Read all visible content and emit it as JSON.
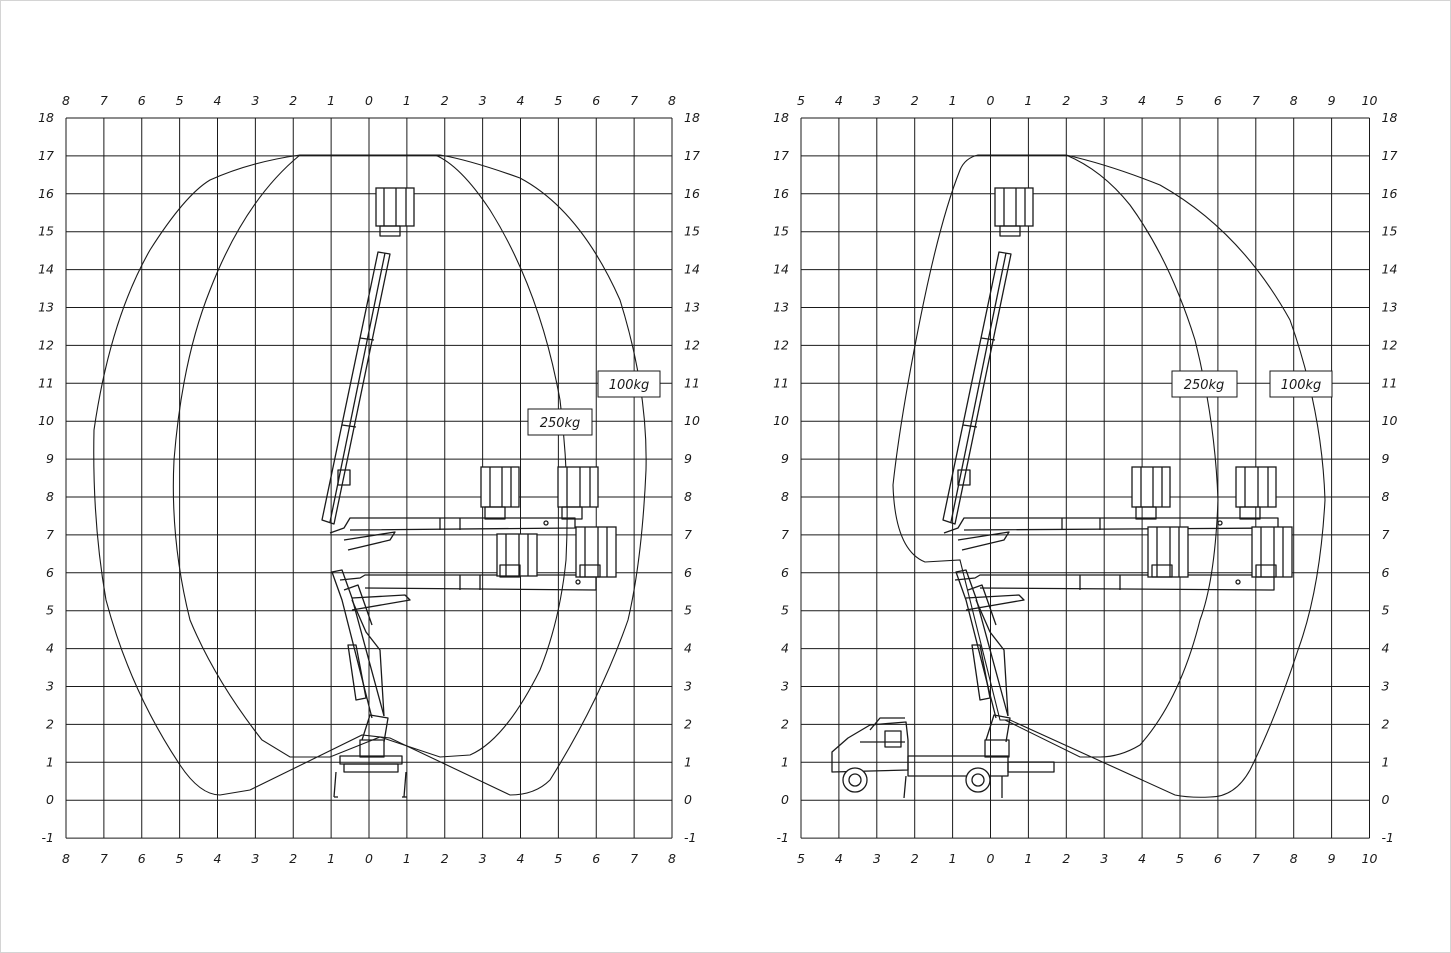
{
  "diagrams": [
    {
      "name": "left",
      "x_ticks": [
        "8",
        "7",
        "6",
        "5",
        "4",
        "3",
        "2",
        "1",
        "0",
        "1",
        "2",
        "3",
        "4",
        "5",
        "6",
        "7",
        "8"
      ],
      "y_ticks": [
        "18",
        "17",
        "16",
        "15",
        "14",
        "13",
        "12",
        "11",
        "10",
        "9",
        "8",
        "7",
        "6",
        "5",
        "4",
        "3",
        "2",
        "1",
        "0",
        "-1"
      ],
      "load_labels": [
        "100kg",
        "250kg"
      ],
      "base_icon": "outrigger-base-icon"
    },
    {
      "name": "right",
      "x_ticks": [
        "5",
        "4",
        "3",
        "2",
        "1",
        "0",
        "1",
        "2",
        "3",
        "4",
        "5",
        "6",
        "7",
        "8",
        "9",
        "10"
      ],
      "y_ticks": [
        "18",
        "17",
        "16",
        "15",
        "14",
        "13",
        "12",
        "11",
        "10",
        "9",
        "8",
        "7",
        "6",
        "5",
        "4",
        "3",
        "2",
        "1",
        "0",
        "-1"
      ],
      "load_labels": [
        "250kg",
        "100kg"
      ],
      "base_icon": "truck-icon"
    }
  ]
}
